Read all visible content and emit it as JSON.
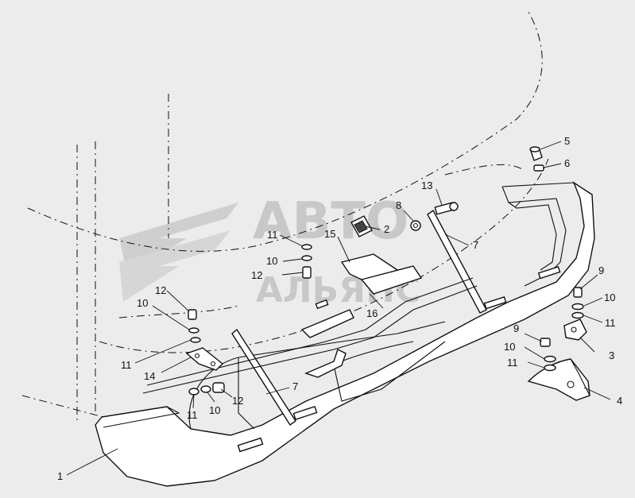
{
  "watermark": {
    "line1": "АВТО",
    "line2": "АЛЬЯНС",
    "color": "#c8c8c8"
  },
  "labels": {
    "l1": "1",
    "l2": "2",
    "l3": "3",
    "l4": "4",
    "l5": "5",
    "l6": "6",
    "l7a": "7",
    "l7b": "7",
    "l8": "8",
    "l9a": "9",
    "l9b": "9",
    "l10a": "10",
    "l10b": "10",
    "l10c": "10",
    "l10d": "10",
    "l10e": "10",
    "l11a": "11",
    "l11b": "11",
    "l11c": "11",
    "l11d": "11",
    "l11e": "11",
    "l12a": "12",
    "l12b": "12",
    "l12c": "12",
    "l13": "13",
    "l14": "14",
    "l15": "15",
    "l16": "16"
  }
}
